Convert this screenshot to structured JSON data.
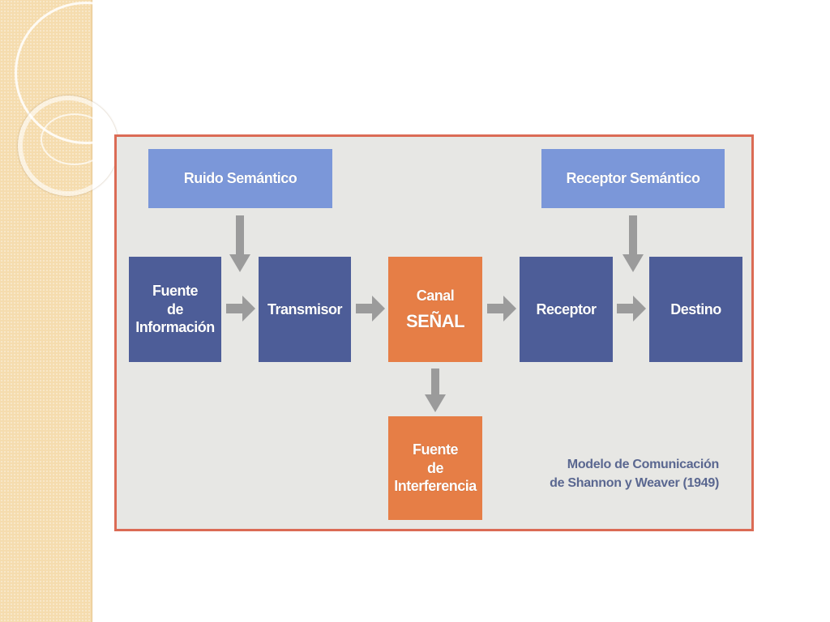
{
  "diagram": {
    "nodes": {
      "ruido_semantico": [
        "Ruido Semántico"
      ],
      "receptor_semantico": [
        "Receptor Semántico"
      ],
      "fuente_informacion": [
        "Fuente",
        "de",
        "Información"
      ],
      "transmisor": [
        "Transmisor"
      ],
      "canal": [
        "Canal",
        "SEÑAL"
      ],
      "receptor": [
        "Receptor"
      ],
      "destino": [
        "Destino"
      ],
      "fuente_interferencia": [
        "Fuente",
        "de",
        "Interferencia"
      ]
    },
    "caption": [
      "Modelo de Comunicación",
      "de Shannon y Weaver (1949)"
    ],
    "edges": [
      {
        "from": "fuente_informacion",
        "to": "transmisor"
      },
      {
        "from": "transmisor",
        "to": "canal"
      },
      {
        "from": "canal",
        "to": "receptor"
      },
      {
        "from": "receptor",
        "to": "destino"
      },
      {
        "from": "ruido_semantico",
        "to": "transmisor"
      },
      {
        "from": "receptor_semantico",
        "to": "destino"
      },
      {
        "from": "canal",
        "to": "fuente_interferencia"
      }
    ],
    "colors": {
      "light_blue": "#7b97d9",
      "dark_blue": "#4d5d98",
      "orange": "#e67e46",
      "arrow_gray": "#9b9b9b",
      "frame_border": "#db6b55",
      "frame_bg": "#e7e7e4"
    }
  }
}
